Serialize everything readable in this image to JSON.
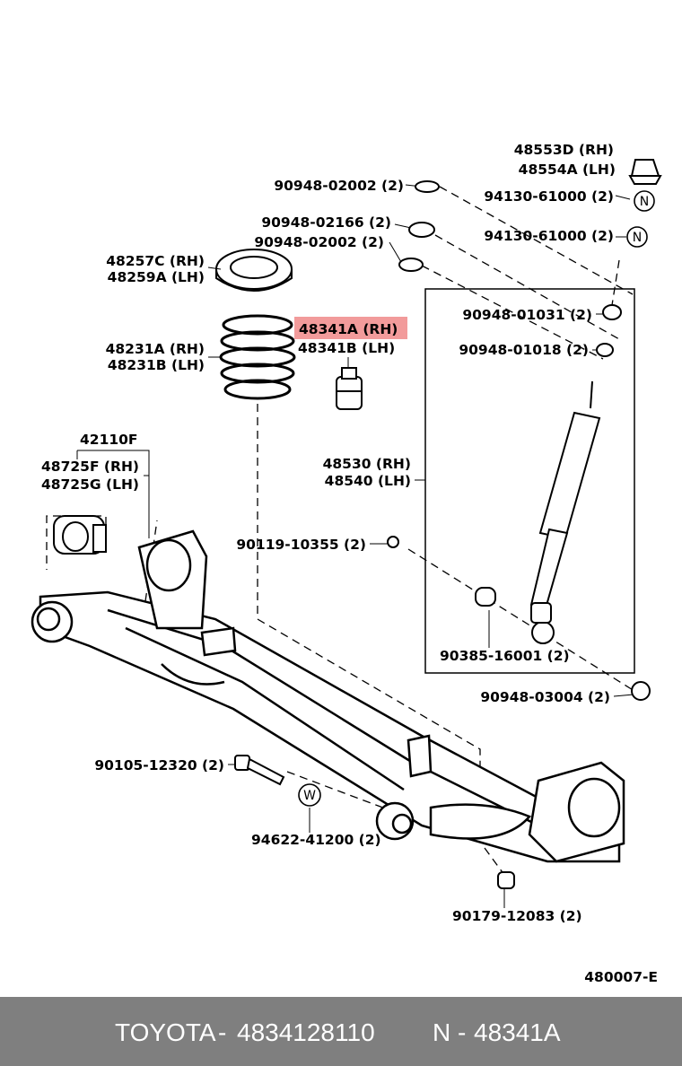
{
  "diagram_code": "480007-E",
  "parts": {
    "p48553d": "48553D (RH)",
    "p48554a": "48554A (LH)",
    "p90948_02002_top": "90948-02002 (2)",
    "p94130_a": "94130-61000 (2)",
    "p90948_02166": "90948-02166 (2)",
    "p90948_02002_b": "90948-02002 (2)",
    "p94130_b": "94130-61000 (2)",
    "p48257c": "48257C (RH)",
    "p48259a": "48259A (LH)",
    "p48341a": "48341A (RH)",
    "p48341b": "48341B (LH)",
    "p90948_01031": "90948-01031 (2)",
    "p90948_01018": "90948-01018 (2)",
    "p48231a": "48231A (RH)",
    "p48231b": "48231B (LH)",
    "p42110f": "42110F",
    "p48725f": "48725F (RH)",
    "p48725g": "48725G (LH)",
    "p48530": "48530 (RH)",
    "p48540": "48540 (LH)",
    "p90119": "90119-10355 (2)",
    "p90385": "90385-16001 (2)",
    "p90948_03004": "90948-03004 (2)",
    "p90105": "90105-12320 (2)",
    "p94622": "94622-41200 (2)",
    "p90179": "90179-12083 (2)"
  },
  "circle_marks": {
    "n1": "N",
    "n2": "N",
    "w": "W"
  },
  "highlight_color": "#f29b9b",
  "footer": {
    "brand": "TOYOTA",
    "sep1": "-",
    "part_number": "4834128110",
    "n_label": "N",
    "sep2": "-",
    "ref": "48341A"
  }
}
